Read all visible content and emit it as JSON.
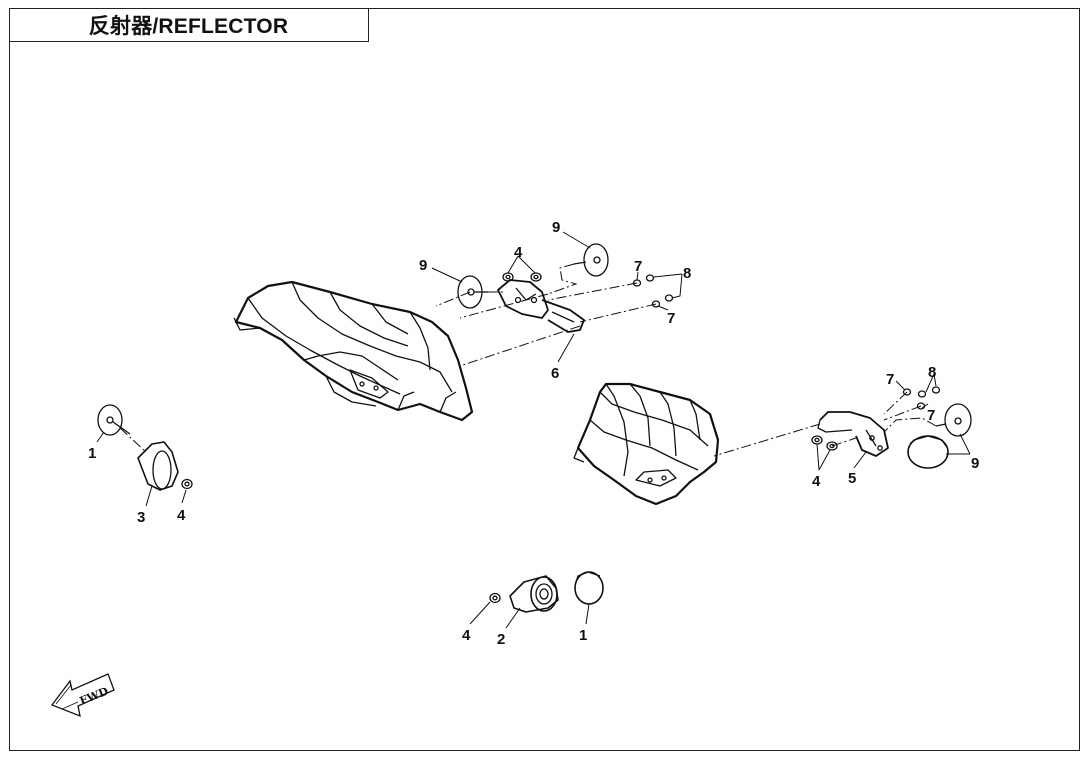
{
  "title": "反射器/REFLECTOR",
  "callouts": {
    "c1_left": "1",
    "c3_left": "3",
    "c4_left": "4",
    "c9_top_left": "9",
    "c9_top_right": "9",
    "c4_top": "4",
    "c7_top": "7",
    "c8_top": "8",
    "c7_top_lower": "7",
    "c6": "6",
    "c7_right": "7",
    "c8_right": "8",
    "c7_right_lower": "7",
    "c4_right": "4",
    "c5": "5",
    "c9_right": "9",
    "c4_bottom": "4",
    "c2_bottom": "2",
    "c1_bottom": "1"
  },
  "fwd_label": "FWD",
  "colors": {
    "line": "#111111",
    "background": "#ffffff"
  }
}
